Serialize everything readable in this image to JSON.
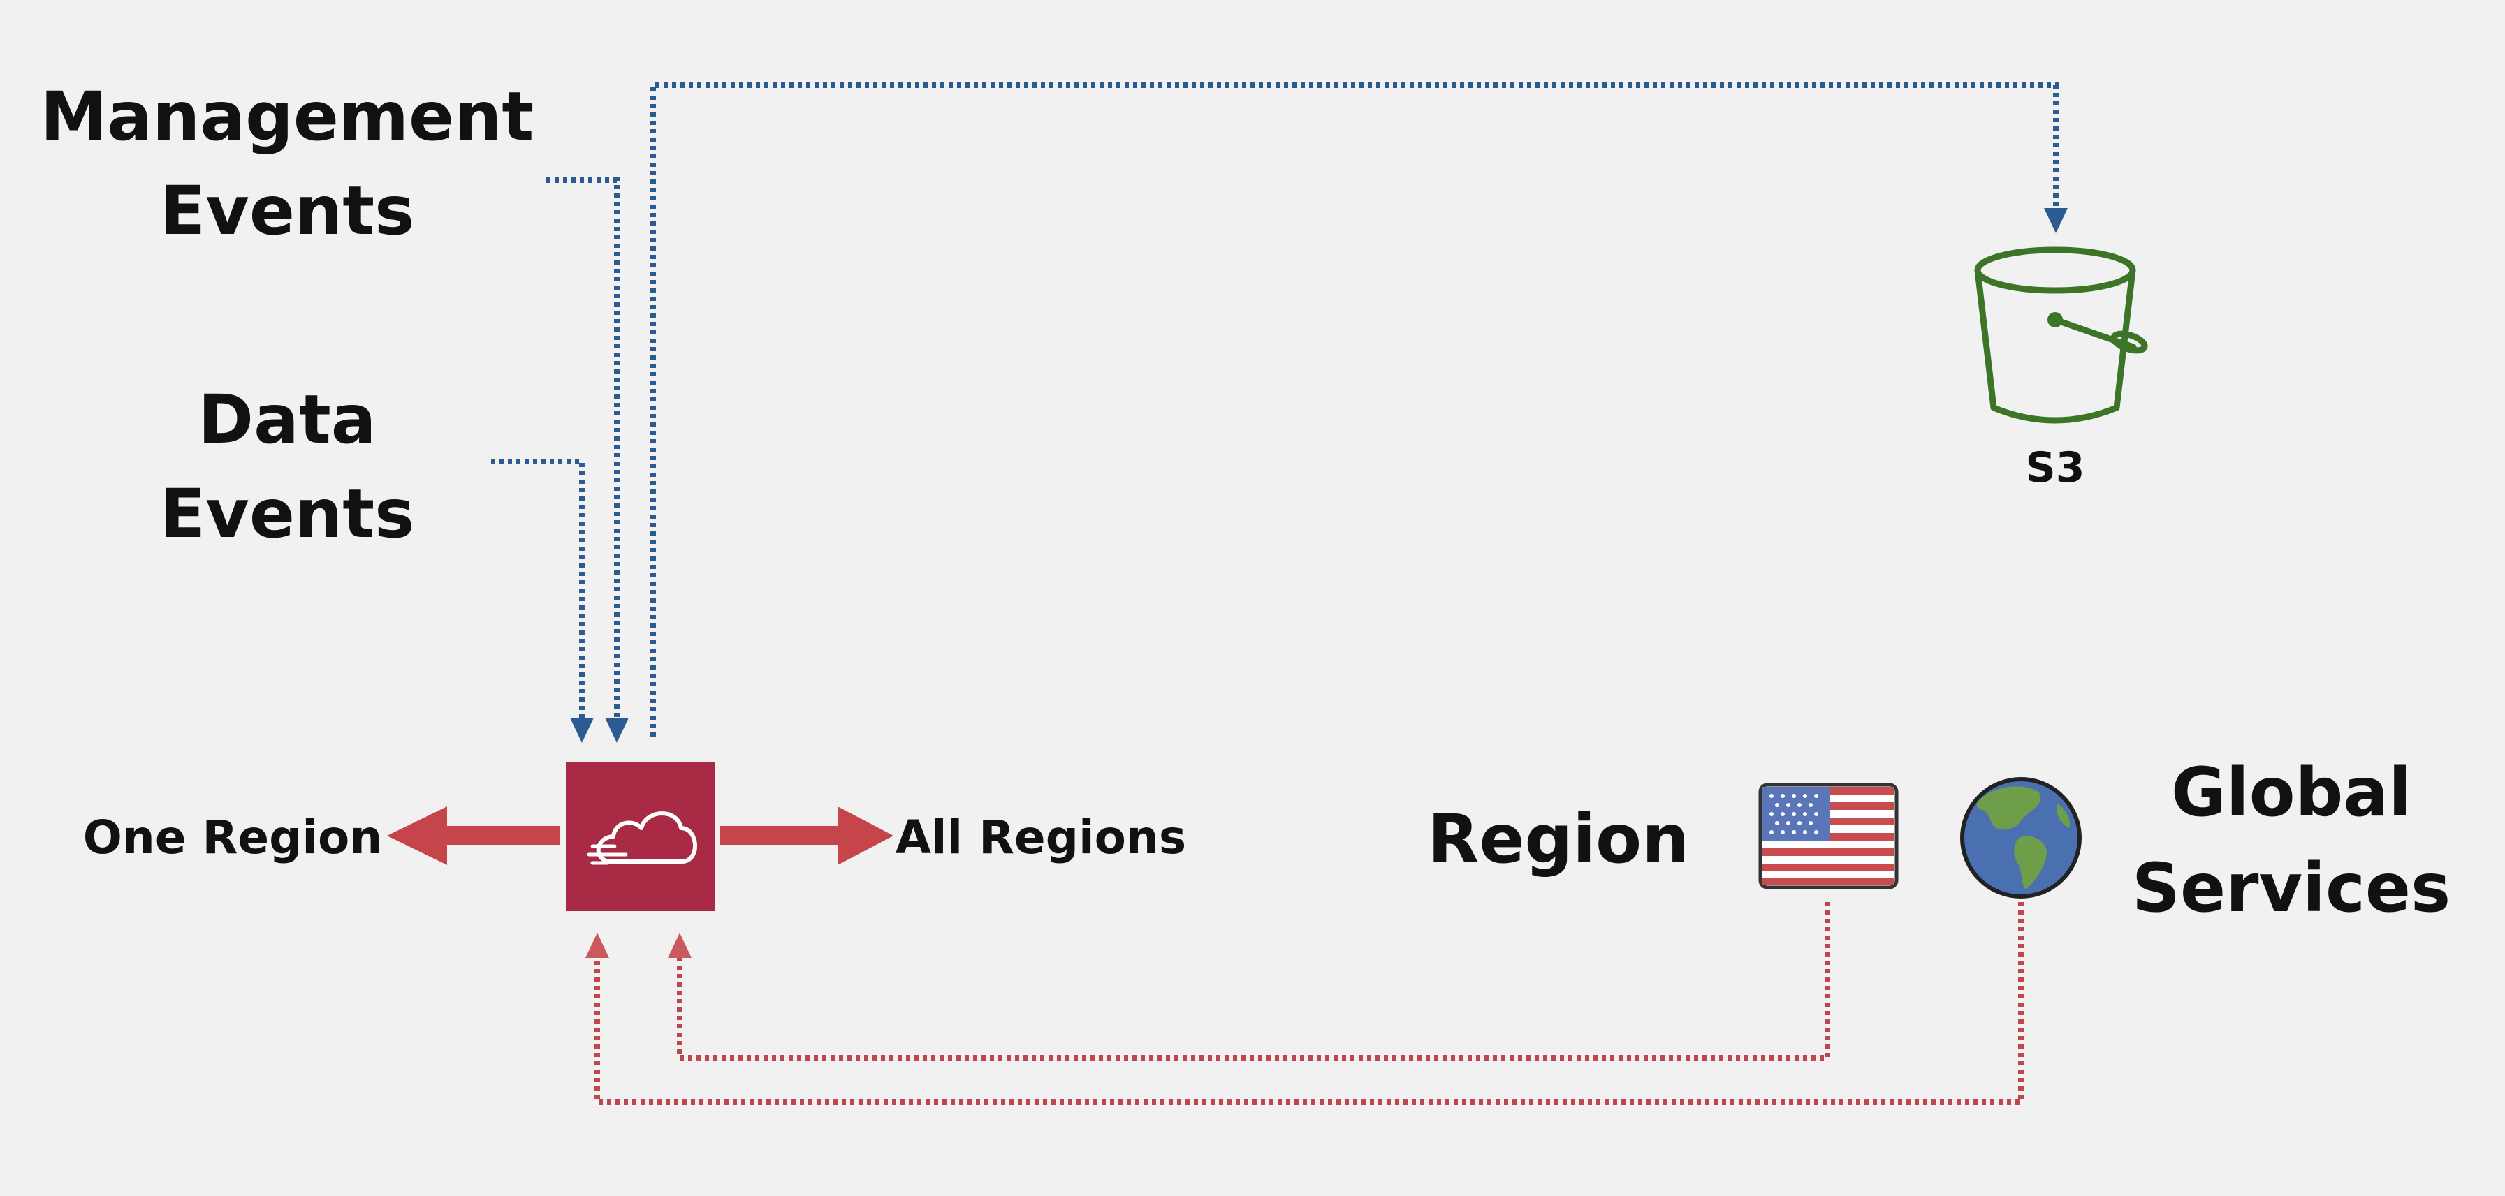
{
  "labels": {
    "management_line1": "Management",
    "management_line2": "Events",
    "data_line1": "Data",
    "data_line2": "Events",
    "one_region": "One Region",
    "all_regions": "All Regions",
    "region": "Region",
    "global_line1": "Global",
    "global_line2": "Services",
    "s3": "S3"
  },
  "icons": {
    "cloudtrail": "cloudtrail-icon",
    "s3": "s3-bucket-icon",
    "region": "us-flag-icon",
    "global": "globe-icon"
  },
  "colors": {
    "background": "#f2f1f1",
    "event_connectors": "#2c5b92",
    "region_arrows": "#c5454a",
    "return_connectors": "#bf474c",
    "cloudtrail_fill": "#a82a44",
    "s3_outline": "#3d7528",
    "globe_ocean": "#4a70b2",
    "globe_land": "#6e9e49"
  }
}
